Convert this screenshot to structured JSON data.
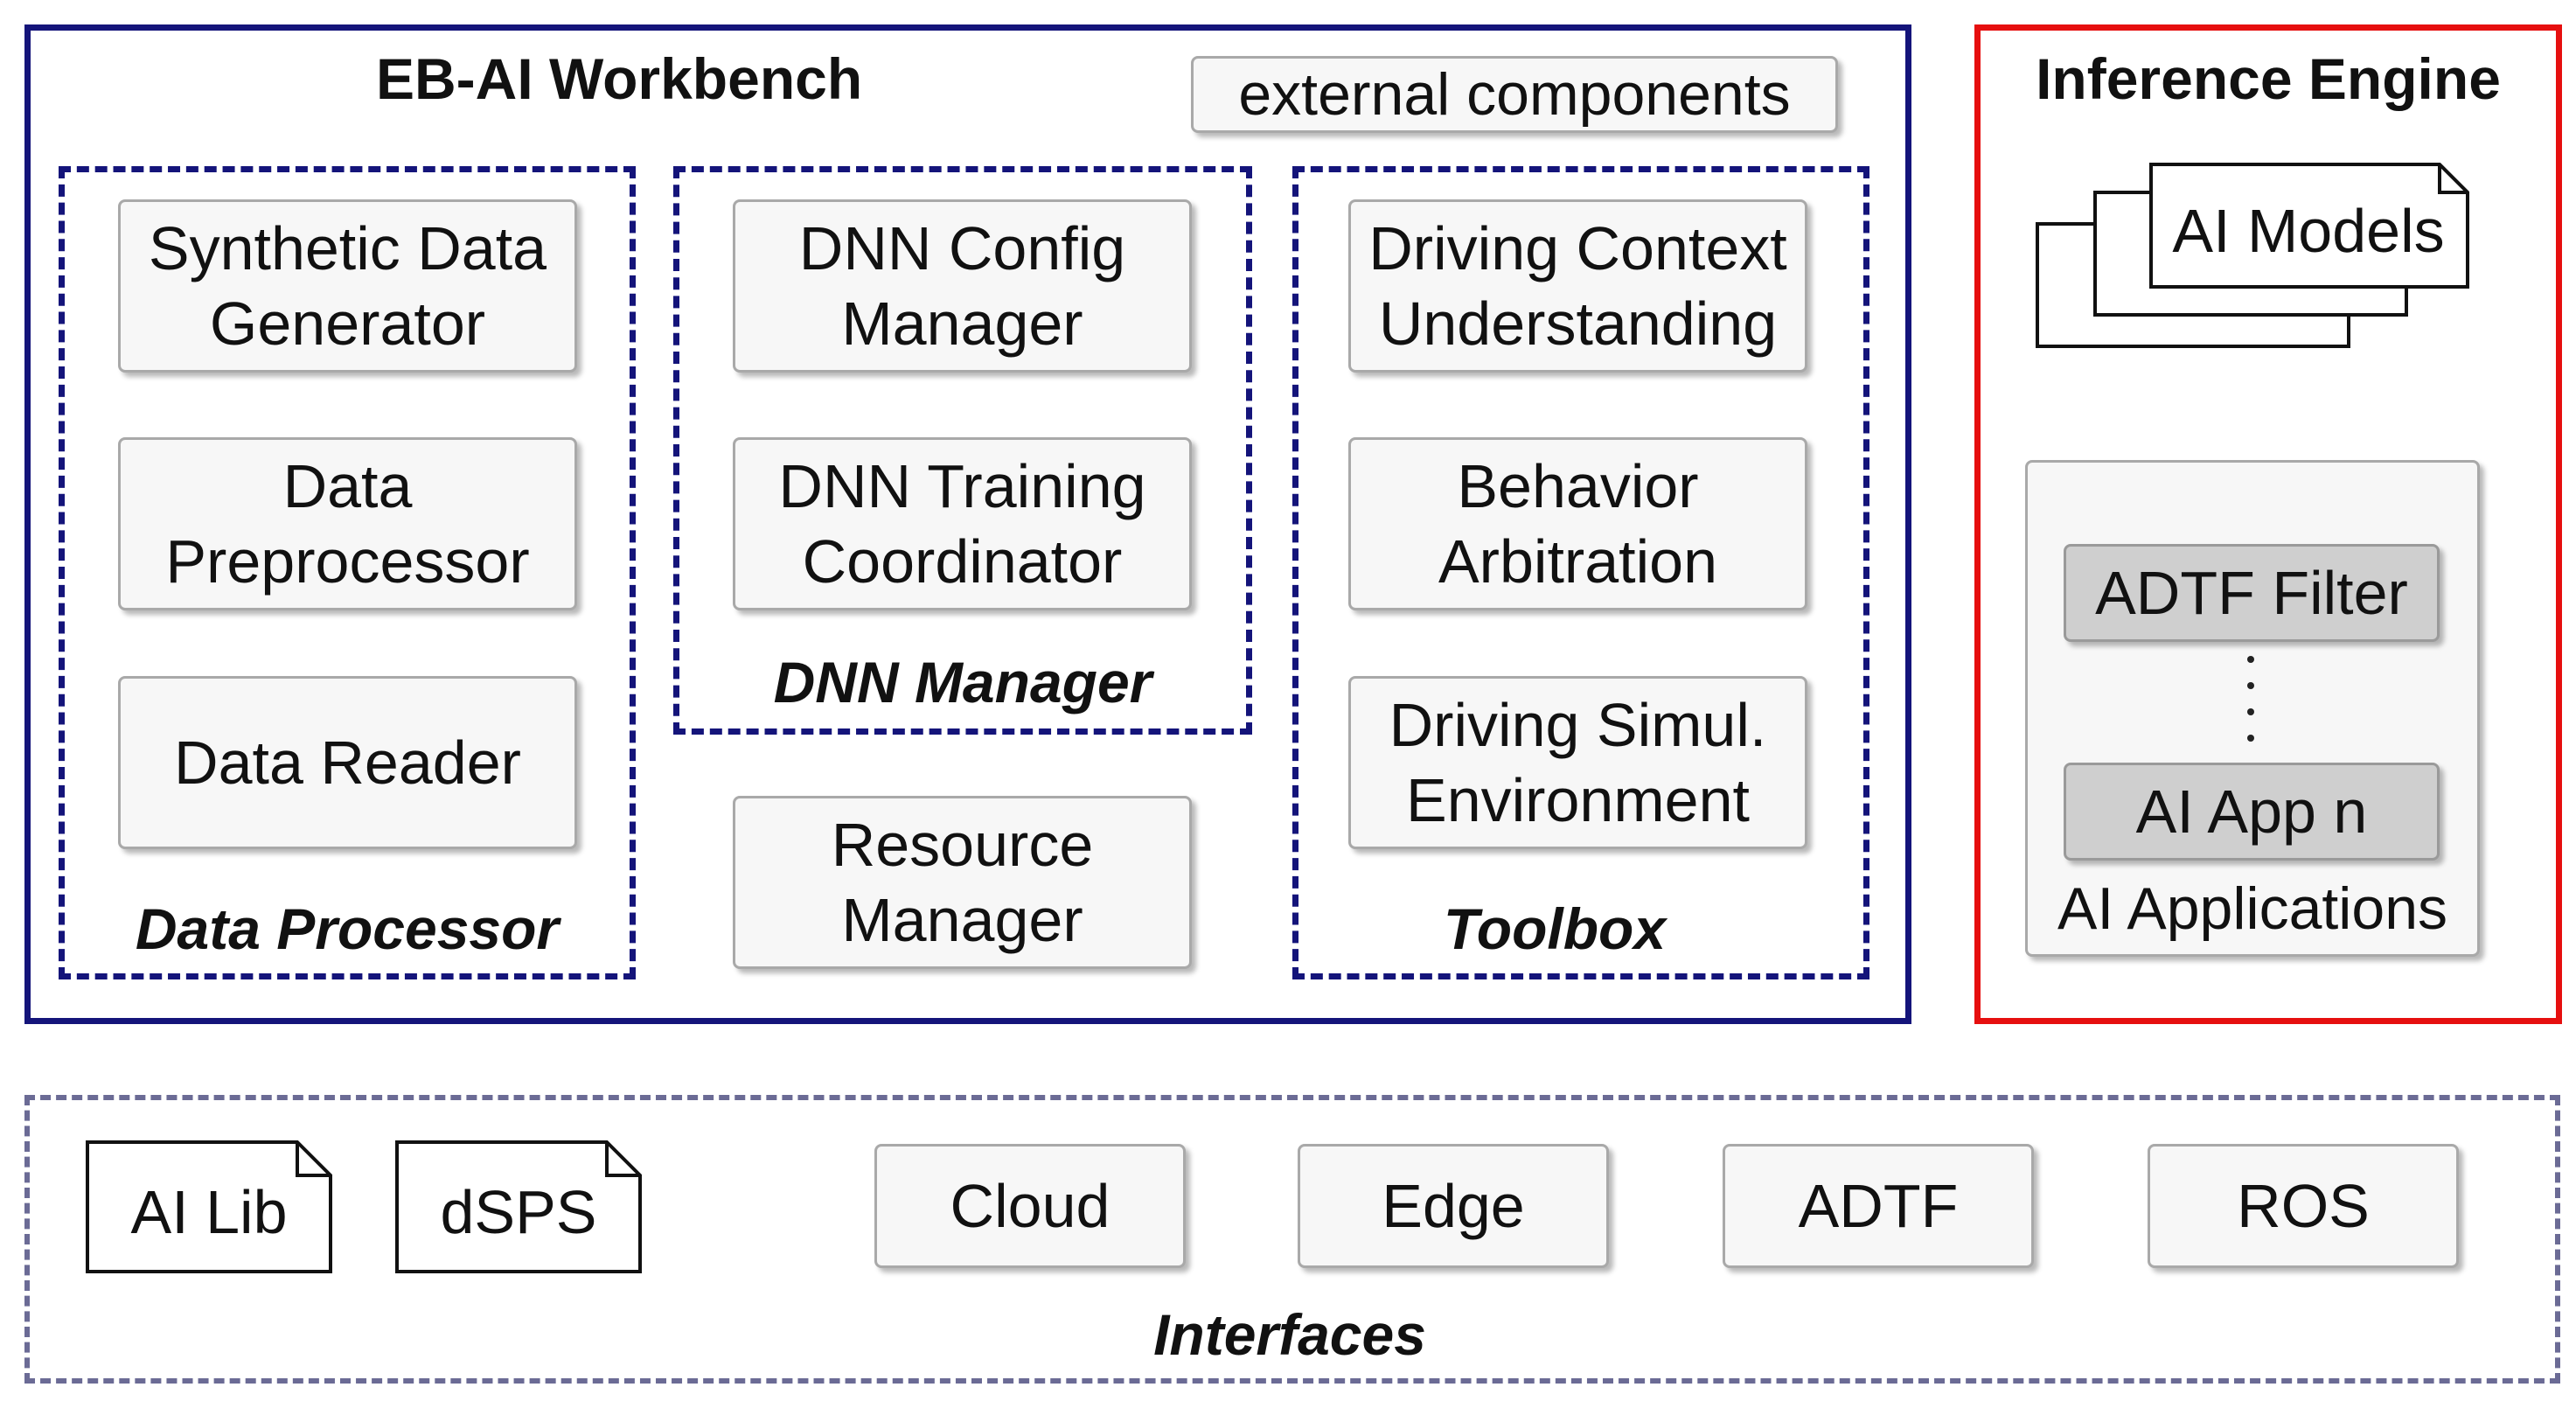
{
  "workbench": {
    "title": "EB-AI Workbench",
    "external_label": "external components",
    "data_processor": {
      "caption": "Data Processor",
      "items": [
        "Synthetic Data\nGenerator",
        "Data\nPreprocessor",
        "Data Reader"
      ]
    },
    "dnn_manager": {
      "caption": "DNN Manager",
      "items": [
        "DNN Config\nManager",
        "DNN Training\nCoordinator"
      ]
    },
    "resource_manager": "Resource\nManager",
    "toolbox": {
      "caption": "Toolbox",
      "items": [
        "Driving Context\nUnderstanding",
        "Behavior\nArbitration",
        "Driving Simul.\nEnvironment"
      ]
    }
  },
  "inference": {
    "title": "Inference Engine",
    "models_label": "AI Models",
    "apps": {
      "caption": "AI Applications",
      "first": "ADTF Filter",
      "last": "AI App n"
    }
  },
  "interfaces": {
    "caption": "Interfaces",
    "libs": [
      "AI Lib",
      "dSPS"
    ],
    "items": [
      "Cloud",
      "Edge",
      "ADTF",
      "ROS"
    ]
  },
  "colors": {
    "workbench_border": "#14147a",
    "inference_border": "#e60f0f",
    "interfaces_border": "#6b6b95",
    "box_fill": "#f7f7f7",
    "app_fill": "#cfcfcf"
  }
}
